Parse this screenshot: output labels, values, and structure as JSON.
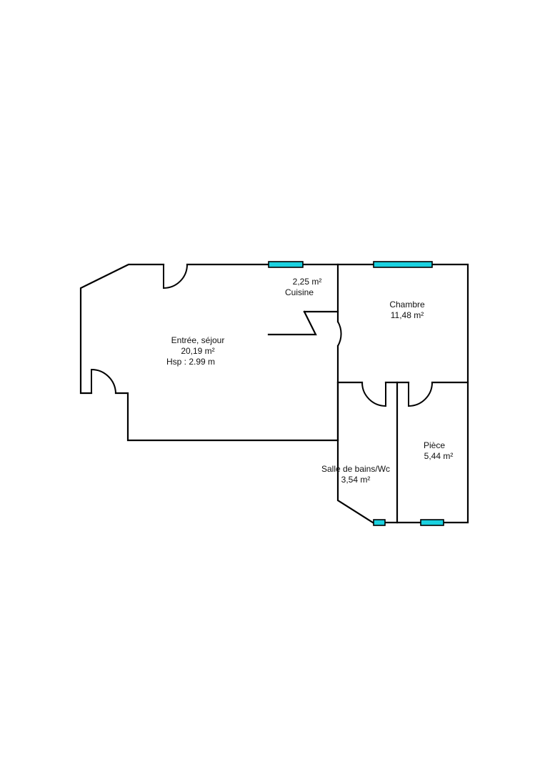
{
  "colors": {
    "wall": "#000000",
    "window": "#1ad1e0",
    "background": "#ffffff"
  },
  "rooms": {
    "cuisine": {
      "area": "2,25  m²",
      "name": "Cuisine"
    },
    "chambre": {
      "name": "Chambre",
      "area": "11,48  m²"
    },
    "sejour": {
      "name": "Entrée, séjour",
      "area": "20,19  m²",
      "height": "Hsp : 2.99 m"
    },
    "piece": {
      "name": "Pièce",
      "area": "5,44  m²"
    },
    "sdb": {
      "name": "Salle de bains/Wc",
      "area": "3,54  m²"
    }
  }
}
